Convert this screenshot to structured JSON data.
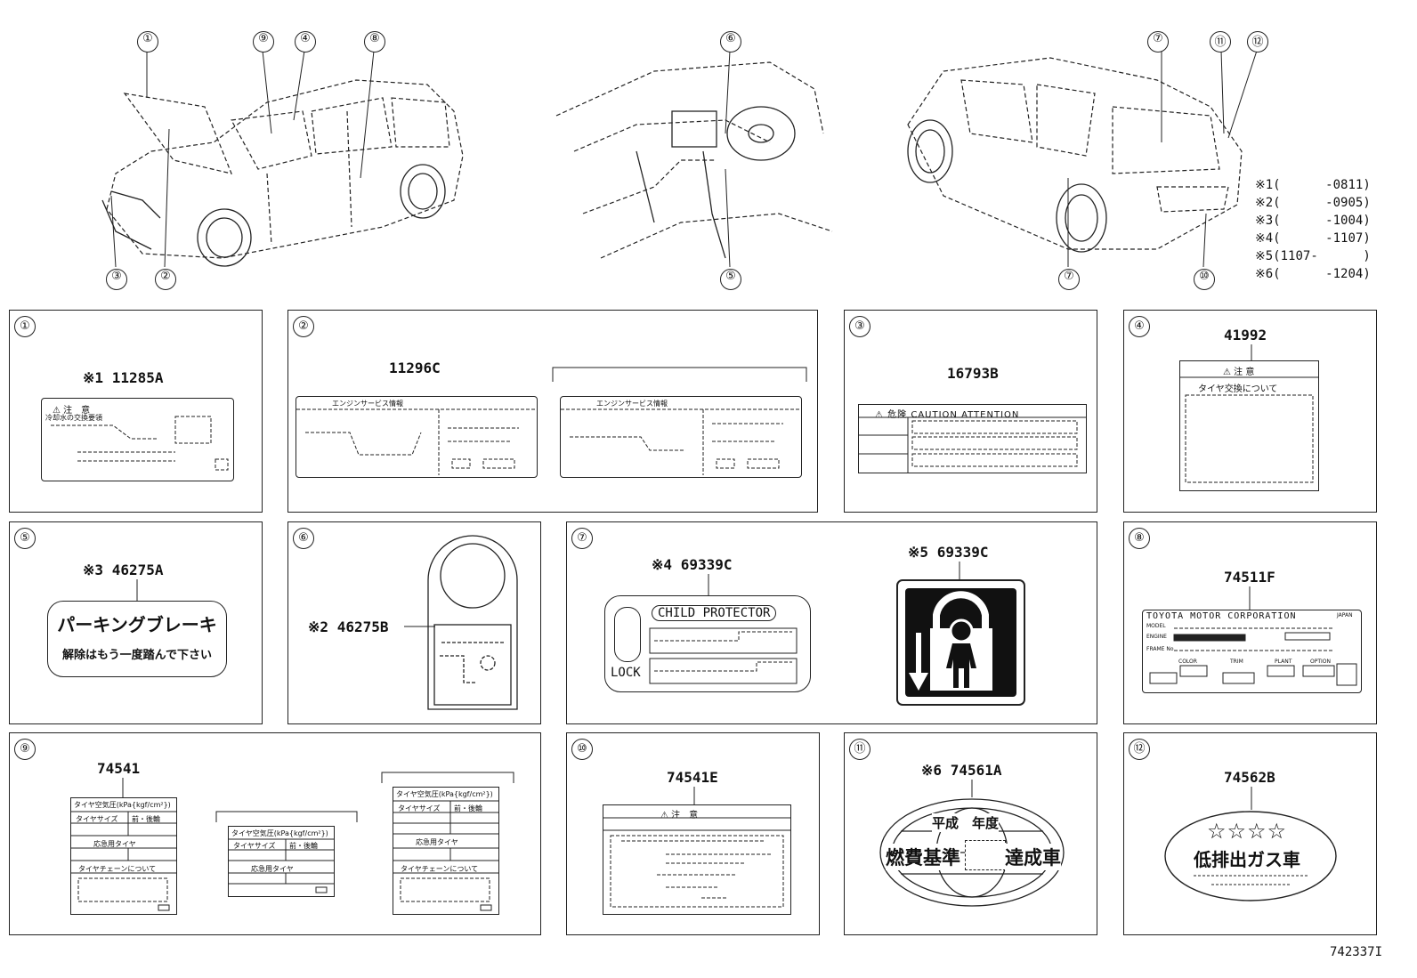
{
  "callouts": [
    "①",
    "②",
    "③",
    "④",
    "⑤",
    "⑥",
    "⑦",
    "⑧",
    "⑨",
    "⑩",
    "⑪",
    "⑫"
  ],
  "references": [
    {
      "mark": "※1",
      "range": "(      -0811)"
    },
    {
      "mark": "※2",
      "range": "(      -0905)"
    },
    {
      "mark": "※3",
      "range": "(      -1004)"
    },
    {
      "mark": "※4",
      "range": "(      -1107)"
    },
    {
      "mark": "※5",
      "range": "(1107-      )"
    },
    {
      "mark": "※6",
      "range": "(      -1204)"
    }
  ],
  "panels": {
    "p1": {
      "num": "①",
      "mark": "※1",
      "part": "11285A",
      "warn": "注　意",
      "line": "冷却水の交換要領"
    },
    "p2": {
      "num": "②",
      "part": "11296C",
      "title": "エンジンサービス情報"
    },
    "p3": {
      "num": "③",
      "part": "16793B",
      "header": "危険 CAUTION ATTENTION"
    },
    "p4": {
      "num": "④",
      "part": "41992",
      "warn": "注 意",
      "line": "タイヤ交換について"
    },
    "p5": {
      "num": "⑤",
      "mark": "※3",
      "part": "46275A",
      "line1": "パーキングブレーキ",
      "line2": "解除はもう一度踏んで下さい"
    },
    "p6": {
      "num": "⑥",
      "mark": "※2",
      "part": "46275B"
    },
    "p7": {
      "num": "⑦",
      "mark_a": "※4",
      "part_a": "69339C",
      "mark_b": "※5",
      "part_b": "69339C",
      "child": "CHILD PROTECTOR",
      "lock": "LOCK"
    },
    "p8": {
      "num": "⑧",
      "part": "74511F",
      "corp": "TOYOTA MOTOR CORPORATION",
      "japan": "JAPAN",
      "model": "MODEL",
      "engine": "ENGINE",
      "frame": "FRAME No",
      "color": "COLOR",
      "trim": "TRIM",
      "plant": "PLANT",
      "option": "OPTION"
    },
    "p9": {
      "num": "⑨",
      "part": "74541",
      "tire_title": "タイヤ空気圧(kPa{kgf/cm²})",
      "tire_size": "タイヤサイズ",
      "front_rear": "前・後輪",
      "spare": "応急用タイヤ",
      "chain": "タイヤチェーンについて"
    },
    "p10": {
      "num": "⑩",
      "part": "74541E",
      "warn": "注　意"
    },
    "p11": {
      "num": "⑪",
      "mark": "※6",
      "part": "74561A",
      "top": "平成　年度",
      "left": "燃費基準",
      "right": "達成車"
    },
    "p12": {
      "num": "⑫",
      "part": "74562B",
      "stars": "☆☆☆☆",
      "main": "低排出ガス車"
    }
  },
  "figure_id": "742337I"
}
